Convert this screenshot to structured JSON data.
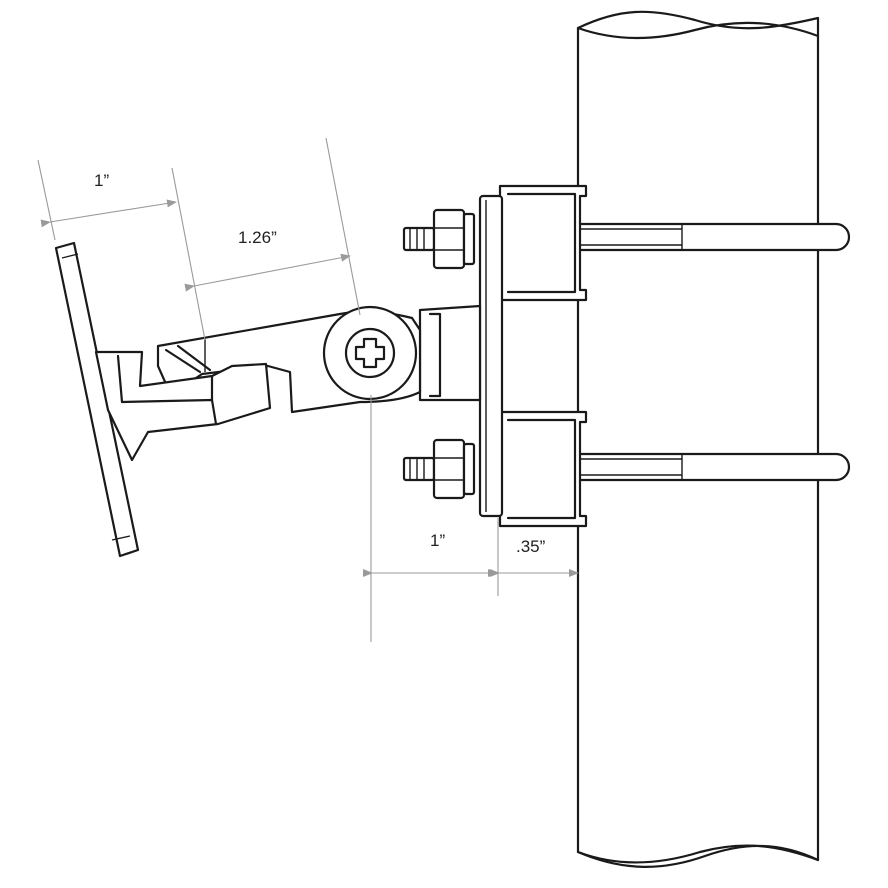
{
  "dimensions": {
    "mount_plate_offset": "1”",
    "arm_length": "1.26”",
    "pivot_to_plate": "1”",
    "plate_to_pole": ".35”"
  },
  "colors": {
    "line": "#1a1a1a",
    "dimension_line": "#9a9a9a",
    "background": "#ffffff"
  }
}
